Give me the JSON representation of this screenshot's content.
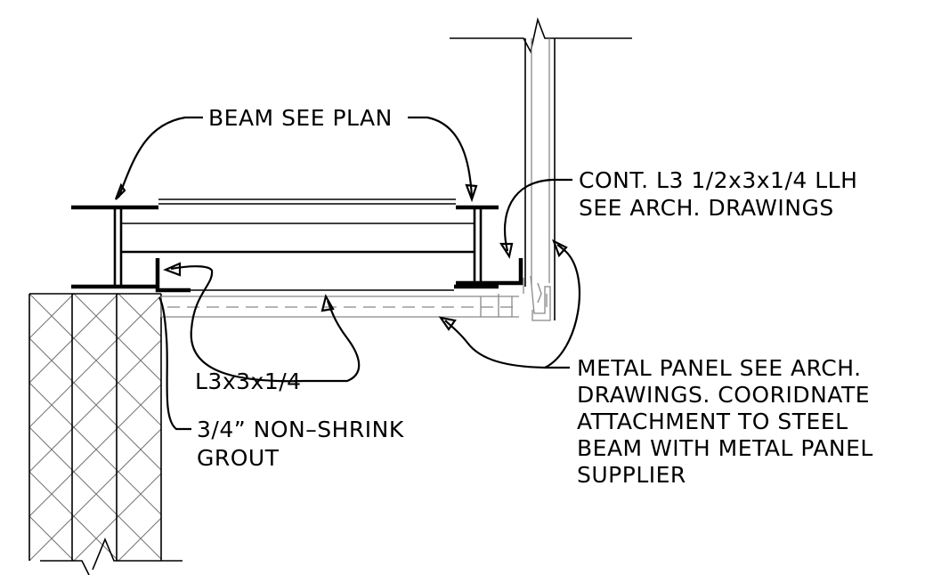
{
  "labels": {
    "beam": "BEAM SEE PLAN",
    "cont_angle_line1": "CONT. L3 1/2x3x1/4 LLH",
    "cont_angle_line2": "SEE ARCH. DRAWINGS",
    "angle": "L3x3x1/4",
    "grout_line1": "3/4” NON–SHRINK",
    "grout_line2": "GROUT",
    "panel_line1": "METAL PANEL SEE ARCH.",
    "panel_line2": "DRAWINGS. COORIDNATE",
    "panel_line3": "ATTACHMENT TO STEEL",
    "panel_line4": "BEAM WITH METAL PANEL",
    "panel_line5": "SUPPLIER"
  },
  "colors": {
    "ink": "#000000",
    "detail_grey": "#888888",
    "hatch_grey": "#777777",
    "background": "#ffffff"
  }
}
